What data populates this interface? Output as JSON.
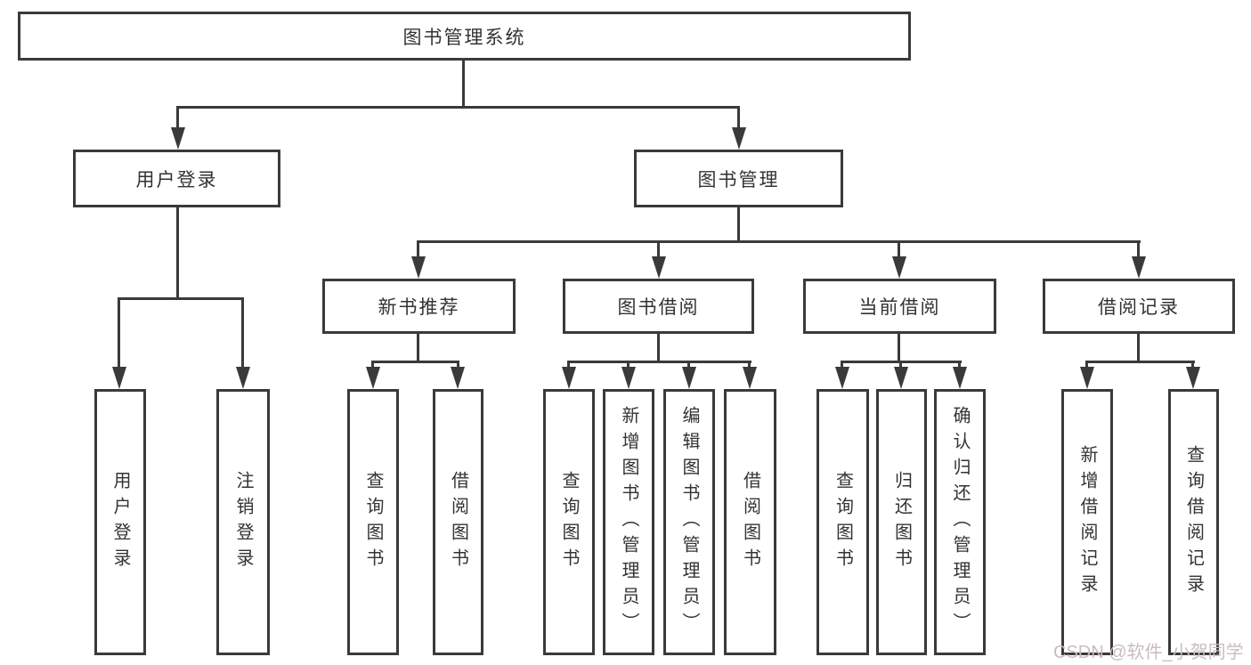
{
  "nodes": {
    "root": {
      "label": "图书管理系统"
    },
    "user_login": {
      "label": "用户登录"
    },
    "book_management": {
      "label": "图书管理"
    },
    "new_book_recommend": {
      "label": "新书推荐"
    },
    "book_borrowing": {
      "label": "图书借阅"
    },
    "current_borrowing": {
      "label": "当前借阅"
    },
    "borrow_records": {
      "label": "借阅记录"
    },
    "leaf_user_login": {
      "label": "用户登录"
    },
    "leaf_logout": {
      "label": "注销登录"
    },
    "leaf_query_books_recommend": {
      "label": "查询图书"
    },
    "leaf_borrow_books_recommend": {
      "label": "借阅图书"
    },
    "leaf_query_books_borrowing": {
      "label": "查询图书"
    },
    "leaf_add_books_admin": {
      "label": "新增图书（管理员）"
    },
    "leaf_edit_books_admin": {
      "label": "编辑图书（管理员）"
    },
    "leaf_borrow_books_borrowing": {
      "label": "借阅图书"
    },
    "leaf_query_books_current": {
      "label": "查询图书"
    },
    "leaf_return_books": {
      "label": "归还图书"
    },
    "leaf_confirm_return_admin": {
      "label": "确认归还（管理员）"
    },
    "leaf_add_borrow_record": {
      "label": "新增借阅记录"
    },
    "leaf_query_borrow_record": {
      "label": "查询借阅记录"
    }
  },
  "watermark": {
    "text": "CSDN @软件_小贺同学"
  },
  "colors": {
    "line": "#3a3a3a",
    "text": "#333333",
    "background": "#ffffff",
    "watermark": "#c9bdbd"
  }
}
